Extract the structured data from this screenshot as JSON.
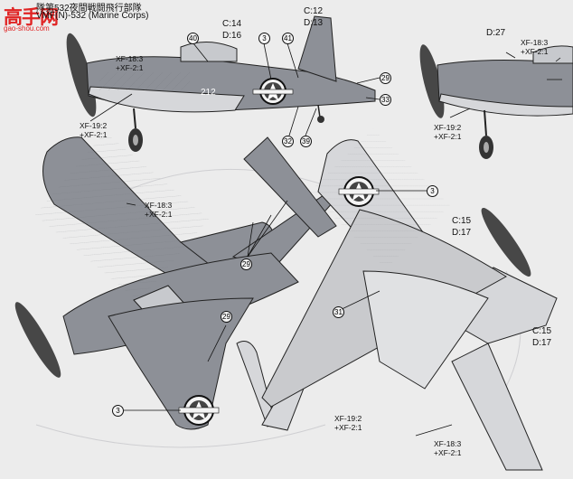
{
  "header": {
    "title": "隊第532夜間戦闘飛行部隊",
    "subtitle": "VMF(N)-532 (Marine Corps)",
    "fuselage_code": "212"
  },
  "watermark": {
    "logo_text": "高手网",
    "url": "gao-shou.com"
  },
  "paint_notes": {
    "top_side": "XF-18:3\n+XF-2:1",
    "top_wing_upper": "XF-18:3\n+XF-2:1",
    "right_upper": "XF-18:3\n+XF-2:1",
    "bottom_right": "XF-18:3\n+XF-2:1",
    "gear_left": "XF-19:2\n+XF-2:1",
    "gear_right": "XF-19:2\n+XF-2:1",
    "bottom_mid": "XF-19:2\n+XF-2:1"
  },
  "decal_refs": {
    "side_view": "C:14\nD:16",
    "tail_top": "C:12\nD:13",
    "right_side": "D:27",
    "underside_upper": "C:15\nD:17",
    "underside_lower": "C:15\nD:17"
  },
  "callouts": [
    "40",
    "3",
    "41",
    "29",
    "33",
    "32",
    "39",
    "3",
    "29",
    "29",
    "3",
    "31"
  ],
  "colors": {
    "paper": "#ececec",
    "ink": "#111111",
    "plane_dark": "#8d9097",
    "plane_light": "#d6d7da",
    "watermark": "#e02424"
  }
}
